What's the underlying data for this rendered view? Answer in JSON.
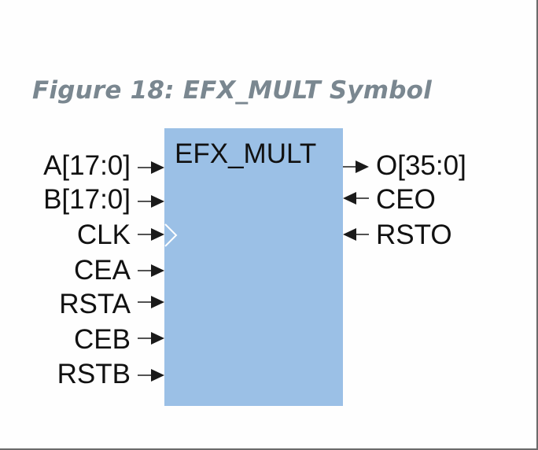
{
  "caption": "Figure 18: EFX_MULT Symbol",
  "block": {
    "name": "EFX_MULT",
    "fill_color": "#9bc0e6"
  },
  "inputs": [
    {
      "label": "A[17:0]",
      "clock": false
    },
    {
      "label": "B[17:0]",
      "clock": false
    },
    {
      "label": "CLK",
      "clock": true
    },
    {
      "label": "CEA",
      "clock": false
    },
    {
      "label": "RSTA",
      "clock": false
    },
    {
      "label": "CEB",
      "clock": false
    },
    {
      "label": "RSTB",
      "clock": false
    }
  ],
  "outputs": [
    {
      "label": "O[35:0]",
      "direction": "out"
    },
    {
      "label": "CEO",
      "direction": "in"
    },
    {
      "label": "RSTO",
      "direction": "in"
    }
  ],
  "colors": {
    "caption": "#7a8790",
    "text": "#111111",
    "arrow": "#1a1a1a",
    "frame_border": "#6b6b6b"
  }
}
